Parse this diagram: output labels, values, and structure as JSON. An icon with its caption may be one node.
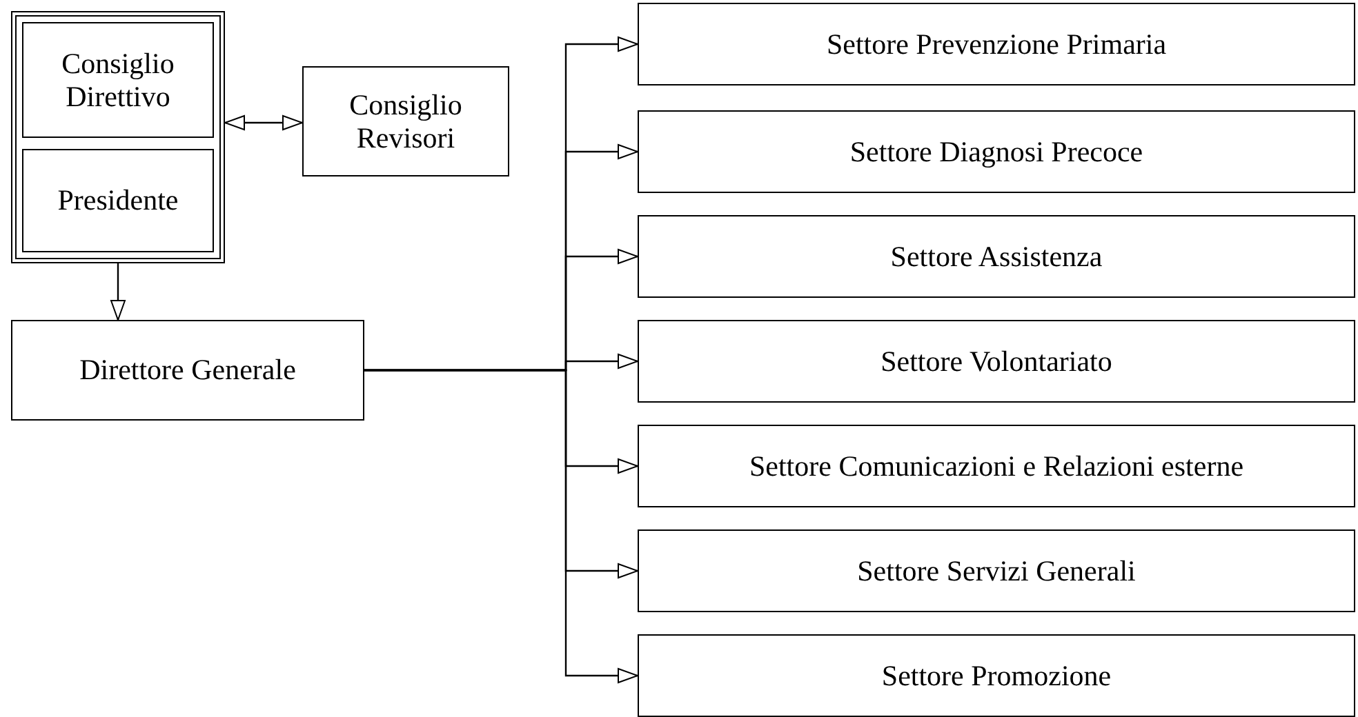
{
  "diagram": {
    "nodes": [
      {
        "text": [],
        "shape": "box"
      },
      {
        "text": [
          "Consiglio Direttivo"
        ],
        "in": 0
      },
      {
        "text": [
          "Presidente"
        ],
        "in": 0
      },
      {
        "text": [
          "Consiglio Revisori"
        ]
      },
      {
        "text": [
          "Direttore Generale"
        ]
      },
      {
        "text": [
          "Settore Prevenzione Primaria"
        ]
      },
      {
        "text": [
          "Settore Diagnosi Precoce"
        ]
      },
      {
        "text": [
          "Settore Assistenza"
        ]
      },
      {
        "text": [
          "Settore Volontariato"
        ]
      },
      {
        "text": [
          "Settore Comunicazioni e Relazioni esterne"
        ]
      },
      {
        "text": [
          "Settore Servizi Generali"
        ]
      },
      {
        "text": [
          "Settore Promozione"
        ]
      }
    ],
    "edges": [
      {
        "from": 0,
        "to": 3,
        "arrow": "both"
      },
      {
        "from": 0,
        "to": 4,
        "arrow": "to"
      },
      {
        "from": 4,
        "to": 5,
        "arrow": "to"
      },
      {
        "from": 4,
        "to": 6,
        "arrow": "to"
      },
      {
        "from": 4,
        "to": 7,
        "arrow": "to"
      },
      {
        "from": 4,
        "to": 8,
        "arrow": "to"
      },
      {
        "from": 4,
        "to": 9,
        "arrow": "to"
      },
      {
        "from": 4,
        "to": 10,
        "arrow": "to"
      },
      {
        "from": 4,
        "to": 11,
        "arrow": "to"
      }
    ]
  }
}
